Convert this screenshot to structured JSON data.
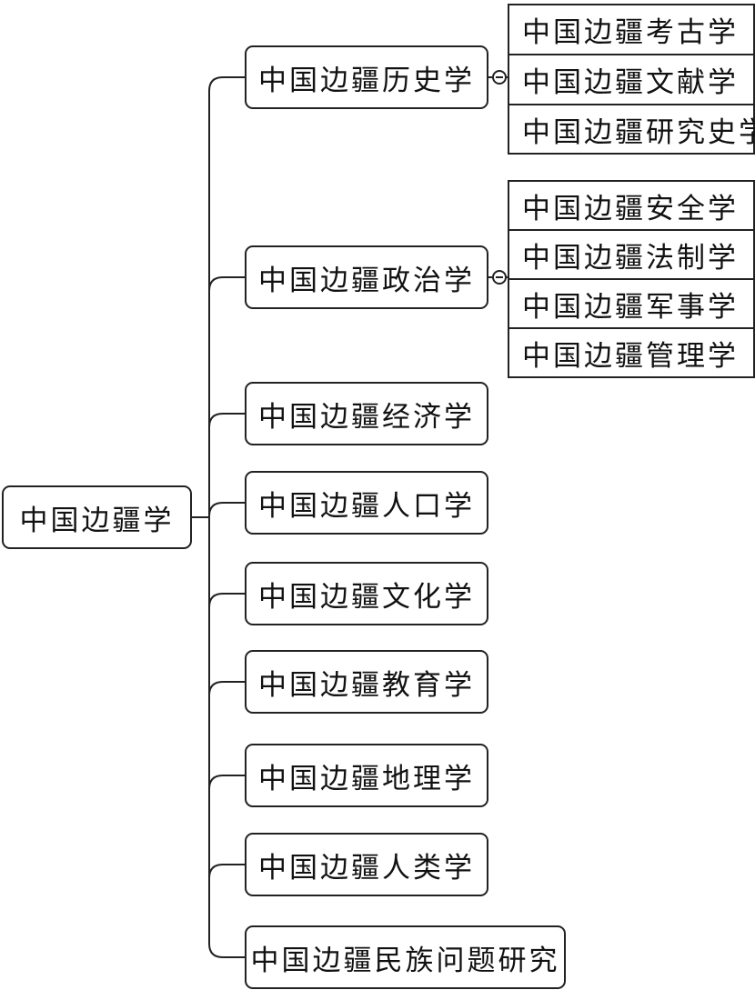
{
  "root": {
    "label": "中国边疆学"
  },
  "branches": [
    {
      "label": "中国边疆历史学",
      "children": [
        "中国边疆考古学",
        "中国边疆文献学",
        "中国边疆研究史学"
      ]
    },
    {
      "label": "中国边疆政治学",
      "children": [
        "中国边疆安全学",
        "中国边疆法制学",
        "中国边疆军事学",
        "中国边疆管理学"
      ]
    },
    {
      "label": "中国边疆经济学"
    },
    {
      "label": "中国边疆人口学"
    },
    {
      "label": "中国边疆文化学"
    },
    {
      "label": "中国边疆教育学"
    },
    {
      "label": "中国边疆地理学"
    },
    {
      "label": "中国边疆人类学"
    },
    {
      "label": "中国边疆民族问题研究"
    }
  ]
}
